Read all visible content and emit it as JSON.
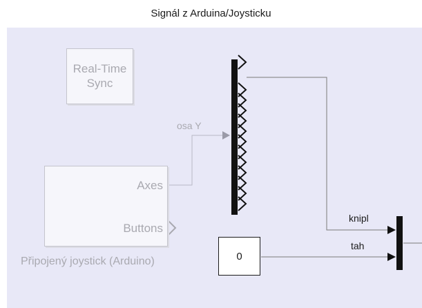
{
  "subsystem": {
    "title": "Signál z Arduina/Joysticku"
  },
  "blocks": {
    "real_time_sync": {
      "line1": "Real-Time",
      "line2": "Sync"
    },
    "joystick": {
      "name": "Připojený joystick (Arduino)",
      "port_axes": "Axes",
      "port_buttons": "Buttons"
    },
    "constant": {
      "value": "0"
    }
  },
  "signals": {
    "axis_y": "osa Y",
    "knipl": "knipl",
    "tah": "tah"
  },
  "colors": {
    "canvas": "#e8e8f7",
    "wire": "#7a7a7a",
    "wire_dim": "#b8b8c4",
    "block_border": "#1a1a1a"
  }
}
